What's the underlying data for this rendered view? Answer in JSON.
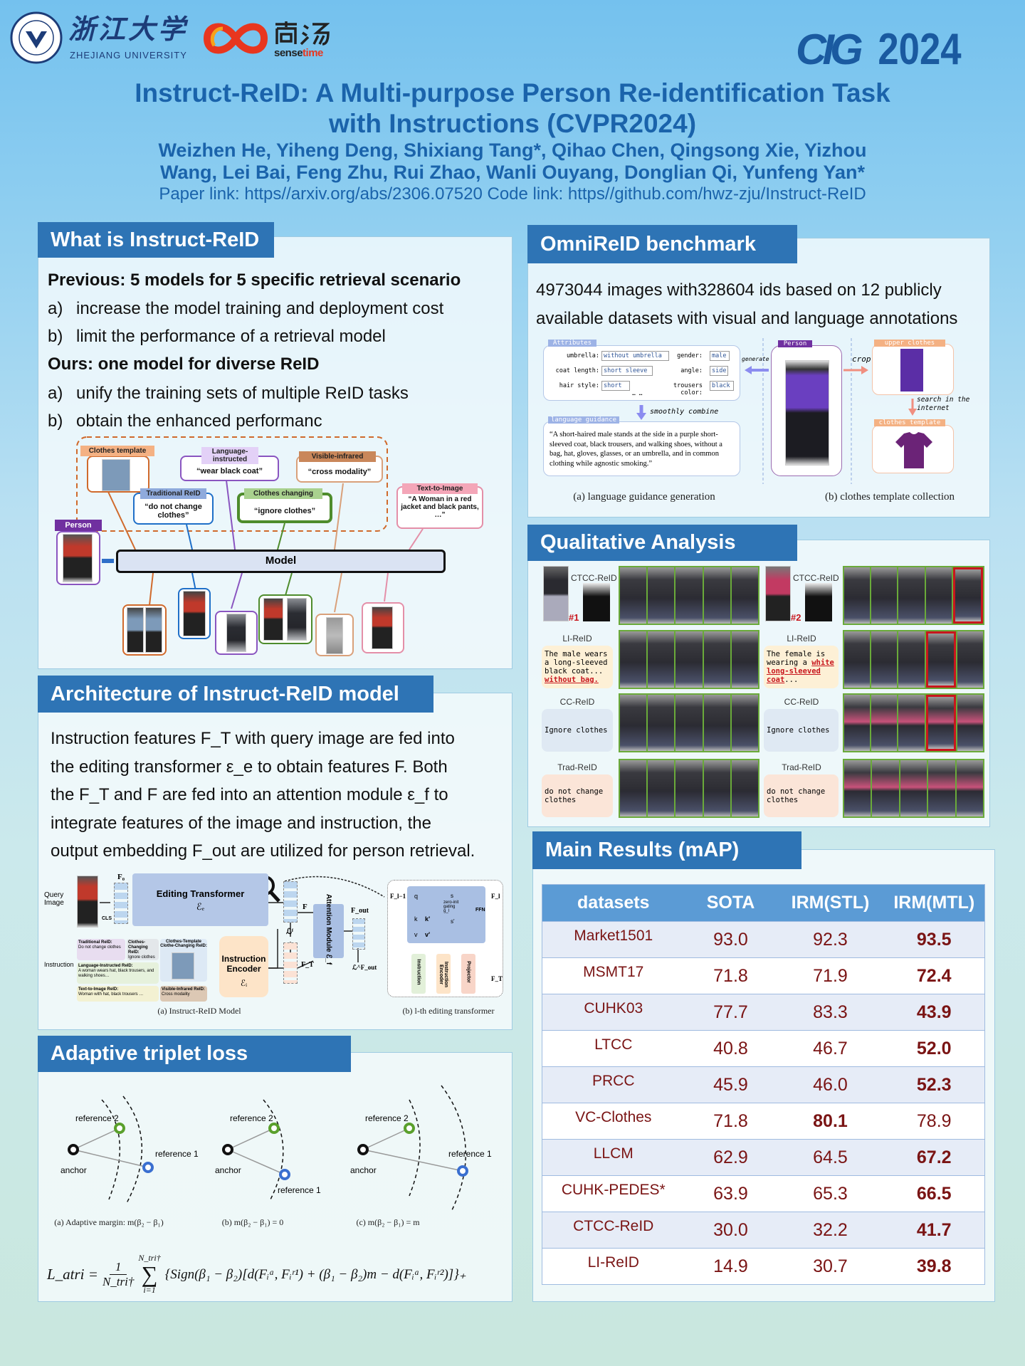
{
  "header": {
    "zju_logo_text": "浙江大学",
    "zju_logo_subtitle": "ZHEJIANG UNIVERSITY",
    "sensetime_logo_cn": "商汤",
    "sensetime_logo_a": "sense",
    "sensetime_logo_b": "time",
    "conf_logo": "CIG",
    "conf_year": "2024",
    "title_line1": "Instruct-ReID: A Multi-purpose Person Re-identification Task",
    "title_line2": "with Instructions (CVPR2024)",
    "authors_line1": "Weizhen He, Yiheng Deng, Shixiang Tang*, Qihao Chen, Qingsong Xie, Yizhou",
    "authors_line2": "Wang, Lei Bai, Feng Zhu, Rui Zhao, Wanli Ouyang, Donglian Qi, Yunfeng Yan*",
    "links": "Paper link: https//arxiv.org/abs/2306.07520 Code link: https//github.com/hwz-zju/Instruct-ReID"
  },
  "what_is": {
    "heading": "What is Instruct-ReID",
    "prev_title": "Previous: 5 models for 5 specific retrieval scenario",
    "prev_items": [
      {
        "marker": "a)",
        "text": "increase the model training and deployment cost"
      },
      {
        "marker": "b)",
        "text": "limit the performance of a retrieval model"
      }
    ],
    "ours_title": "Ours: one model for diverse ReID",
    "ours_items": [
      {
        "marker": "a)",
        "text": "unify the training sets of multiple ReID tasks"
      },
      {
        "marker": "b)",
        "text": "obtain the enhanced performanc"
      }
    ],
    "figure": {
      "clothes_template": "Clothes template",
      "language_instructed": "Language-instructed",
      "language_quote": "“wear black coat”",
      "visible_infrared": "Visible-infrared",
      "vi_quote": "“cross modality”",
      "traditional": "Traditional ReID",
      "trad_quote": "“do not change clothes”",
      "clothes_changing": "Clothes changing",
      "cc_quote": "“ignore clothes”",
      "text_to_image": "Text-to-Image",
      "t2i_quote": "“A Woman in a red jacket and black pants, …”",
      "person": "Person",
      "model": "Model"
    }
  },
  "architecture": {
    "heading": "Architecture of Instruct-ReID model",
    "lines": [
      "Instruction features F_T  with query image are fed into",
      "the editing transformer ε_e to obtain features F. Both",
      "the F_T and F are fed into an attention module ε_f to",
      "integrate features of the image and instruction, the",
      "output embedding F_out are utilized for person retrieval."
    ],
    "figure": {
      "query_image": "Query Image",
      "instruction": "Instruction",
      "f0": "F₀",
      "cls": "CLS",
      "editing_transformer": "Editing Transformer",
      "eps_e": "ℰₑ",
      "f": "F",
      "ft": "F_T",
      "lf": "ℒᶠ",
      "attention_module": "Attention Module ℰ_f",
      "fout": "F_out",
      "lfout": "ℒ^F_out",
      "instruction_encoder": "Instruction Encoder",
      "eps_i": "ℰᵢ",
      "chips": [
        {
          "title": "Traditional ReID:",
          "body": "Do not change clothes",
          "color": "#e8ddf0"
        },
        {
          "title": "Clothes-Changing ReID:",
          "body": "Ignore clothes",
          "color": "#e3e7ea"
        },
        {
          "title": "Language-Instructed ReID:",
          "body": "A woman wears hat, black trousers, and walking shoes…",
          "color": "#e6f1dc"
        },
        {
          "title": "Text-to-Image ReID:",
          "body": "Woman with hat, black trousers …",
          "color": "#f3f1d2"
        },
        {
          "title": "Visible-Infrared ReID:",
          "body": "Cross modality",
          "color": "#dcc8b4"
        }
      ],
      "clothes_template_chip": "Clothes-Template Clothe-Changing ReID:",
      "sub": {
        "f_prev": "F_l−1",
        "f_l": "F_l",
        "q": "q",
        "k": "k",
        "v": "v",
        "k2": "k'",
        "v2": "v'",
        "s": "s",
        "s2": "s'",
        "gating": "zero-init gating g_l",
        "ffn": "FFN",
        "instruction": "Instruction",
        "instruction_encoder": "Instruction Encoder",
        "projector": "Projector",
        "ft": "F_T"
      },
      "caption_a": "(a) Instruct-ReID Model",
      "caption_b": "(b) l-th editing transformer"
    }
  },
  "triplet": {
    "heading": "Adaptive triplet loss",
    "anchor": "anchor",
    "ref1": "reference 1",
    "ref2": "reference 2",
    "caption_a": "(a) Adaptive margin: m(β₂ − β₁)",
    "caption_b": "(b) m(β₂ − β₁) = 0",
    "caption_c": "(c) m(β₂ − β₁) = m",
    "formula_lhs": "L_atri =",
    "formula_frac_num": "1",
    "formula_frac_den": "N_tri†",
    "formula_sum_top": "N_tri†",
    "formula_sum_bottom": "i=1",
    "formula_body": "{Sign(β₁ − β₂)[d(Fᵢᵃ, Fᵢʳ¹) + (β₁ − β₂)m − d(Fᵢᵃ, Fᵢʳ²)]}₊"
  },
  "omni": {
    "heading": "OmniReID benchmark",
    "line1": "4973044 images with328604 ids based on 12 publicly",
    "line2": "available datasets with visual and language annotations",
    "attributes_label": "Attributes",
    "attributes": [
      {
        "k": "umbrella:",
        "v": "without umbrella"
      },
      {
        "k": "gender:",
        "v": "male"
      },
      {
        "k": "coat length:",
        "v": "short sleeve"
      },
      {
        "k": "angle:",
        "v": "side"
      },
      {
        "k": "hair style:",
        "v": "short"
      },
      {
        "k": "trousers color:",
        "v": "black"
      }
    ],
    "ellipsis": "… …",
    "smoothly_combine": "smoothly combine",
    "language_guidance_label": "language guidance",
    "language_guidance": "“A short-haired male stands at the side in a purple short-sleeved coat, black trousers, and walking shoes, without a bag, hat, gloves, glasses, or an umbrella, and in common clothing while agnostic smoking.”",
    "generate": "generate",
    "person_label": "Person",
    "crop": "crop",
    "upper_clothes": "upper clothes",
    "search": "search in the internet",
    "clothes_template": "clothes template",
    "caption_a": "(a) language guidance generation",
    "caption_b": "(b) clothes template collection"
  },
  "qualitative": {
    "heading": "Qualitative Analysis",
    "left": [
      {
        "label": "CTCC-ReID",
        "query": "#1",
        "matches": [
          "g",
          "g",
          "g",
          "g",
          "g"
        ]
      },
      {
        "label": "LI-ReID",
        "text": "The male wears a long-sleeved black coat...",
        "highlight": "without bag.",
        "bg": "#fdf0d6",
        "matches": [
          "g",
          "g",
          "g",
          "g",
          "g"
        ]
      },
      {
        "label": "CC-ReID",
        "text": "Ignore clothes",
        "highlight": "",
        "bg": "#dfe9f3",
        "matches": [
          "g",
          "g",
          "g",
          "g",
          "g"
        ]
      },
      {
        "label": "Trad-ReID",
        "text": "do not change clothes",
        "highlight": "",
        "bg": "#fbe5d8",
        "matches": [
          "g",
          "g",
          "g",
          "g",
          "g"
        ]
      }
    ],
    "right": [
      {
        "label": "CTCC-ReID",
        "query": "#2",
        "matches": [
          "g",
          "g",
          "g",
          "g",
          "r"
        ]
      },
      {
        "label": "LI-ReID",
        "text": "The female is wearing a",
        "highlight": "white long-sleeved coat",
        "tail": "...",
        "bg": "#fdf0d6",
        "matches": [
          "g",
          "g",
          "g",
          "r",
          "g"
        ]
      },
      {
        "label": "CC-ReID",
        "text": "Ignore clothes",
        "highlight": "",
        "bg": "#dfe9f3",
        "matches": [
          "g",
          "g",
          "g",
          "r",
          "g"
        ]
      },
      {
        "label": "Trad-ReID",
        "text": "do not change clothes",
        "highlight": "",
        "bg": "#fbe5d8",
        "matches": [
          "g",
          "g",
          "g",
          "g",
          "g"
        ]
      }
    ],
    "colors": {
      "g": "#6aaa3a",
      "r": "#c8161d"
    }
  },
  "results": {
    "heading": "Main Results (mAP)",
    "columns": [
      "datasets",
      "SOTA",
      "IRM(STL)",
      "IRM(MTL)"
    ],
    "rows": [
      {
        "dataset": "Market1501",
        "sota": "93.0",
        "stl": "92.3",
        "mtl": "93.5",
        "best": "mtl"
      },
      {
        "dataset": "MSMT17",
        "sota": "71.8",
        "stl": "71.9",
        "mtl": "72.4",
        "best": "mtl"
      },
      {
        "dataset": "CUHK03",
        "sota": "77.7",
        "stl": "83.3",
        "mtl": "43.9",
        "best": "mtl"
      },
      {
        "dataset": "LTCC",
        "sota": "40.8",
        "stl": "46.7",
        "mtl": "52.0",
        "best": "mtl"
      },
      {
        "dataset": "PRCC",
        "sota": "45.9",
        "stl": "46.0",
        "mtl": "52.3",
        "best": "mtl"
      },
      {
        "dataset": "VC-Clothes",
        "sota": "71.8",
        "stl": "80.1",
        "mtl": "78.9",
        "best": "stl"
      },
      {
        "dataset": "LLCM",
        "sota": "62.9",
        "stl": "64.5",
        "mtl": "67.2",
        "best": "mtl"
      },
      {
        "dataset": "CUHK-PEDES*",
        "sota": "63.9",
        "stl": "65.3",
        "mtl": "66.5",
        "best": "mtl"
      },
      {
        "dataset": "CTCC-ReID",
        "sota": "30.0",
        "stl": "32.2",
        "mtl": "41.7",
        "best": "mtl"
      },
      {
        "dataset": "LI-ReID",
        "sota": "14.9",
        "stl": "30.7",
        "mtl": "39.8",
        "best": "mtl"
      }
    ],
    "colors": {
      "header_bg": "#5b9bd5",
      "row_alt": "#e6ecf7",
      "text": "#7a1414"
    }
  }
}
